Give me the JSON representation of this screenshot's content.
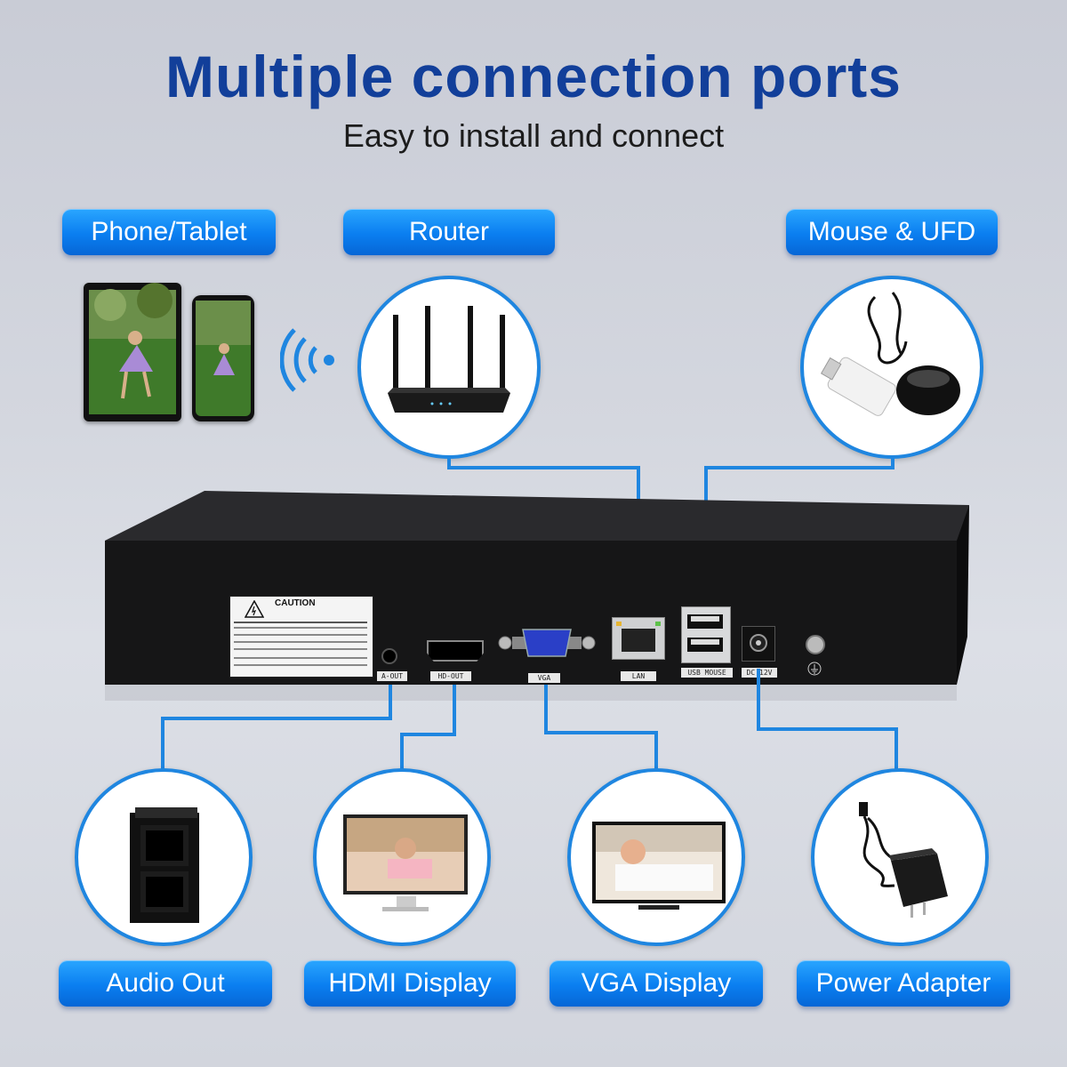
{
  "title": "Multiple connection ports",
  "subtitle": "Easy to install and connect",
  "labels": {
    "phone_tablet": "Phone/Tablet",
    "router": "Router",
    "mouse_ufd": "Mouse & UFD",
    "audio_out": "Audio Out",
    "hdmi_display": "HDMI Display",
    "vga_display": "VGA Display",
    "power_adapter": "Power Adapter"
  },
  "nvr": {
    "caution_title": "CAUTION",
    "port_aout": "A-OUT",
    "port_hdout": "HD-OUT",
    "port_vga": "VGA",
    "port_lan": "LAN",
    "port_usb": "USB MOUSE",
    "port_dc": "DC 12V"
  },
  "colors": {
    "title_blue": "#123f9a",
    "pill_blue": "#0a7ef0",
    "line_blue": "#1f86e0"
  }
}
